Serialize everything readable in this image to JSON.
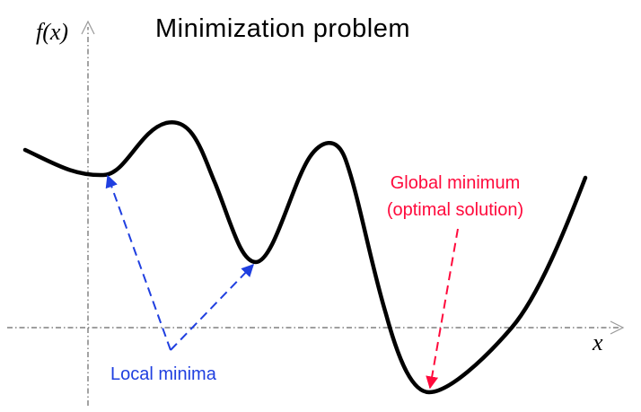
{
  "title": "Minimization problem",
  "y_axis_label": "f(x)",
  "x_axis_label": "x",
  "annotations": {
    "local_minima": "Local minima",
    "global_min_line1": "Global minimum",
    "global_min_line2": "(optimal solution)"
  },
  "colors": {
    "curve": "#000000",
    "axes": "#555555",
    "local_minima": "#1f3fe0",
    "global_minimum": "#ff0a3c"
  }
}
